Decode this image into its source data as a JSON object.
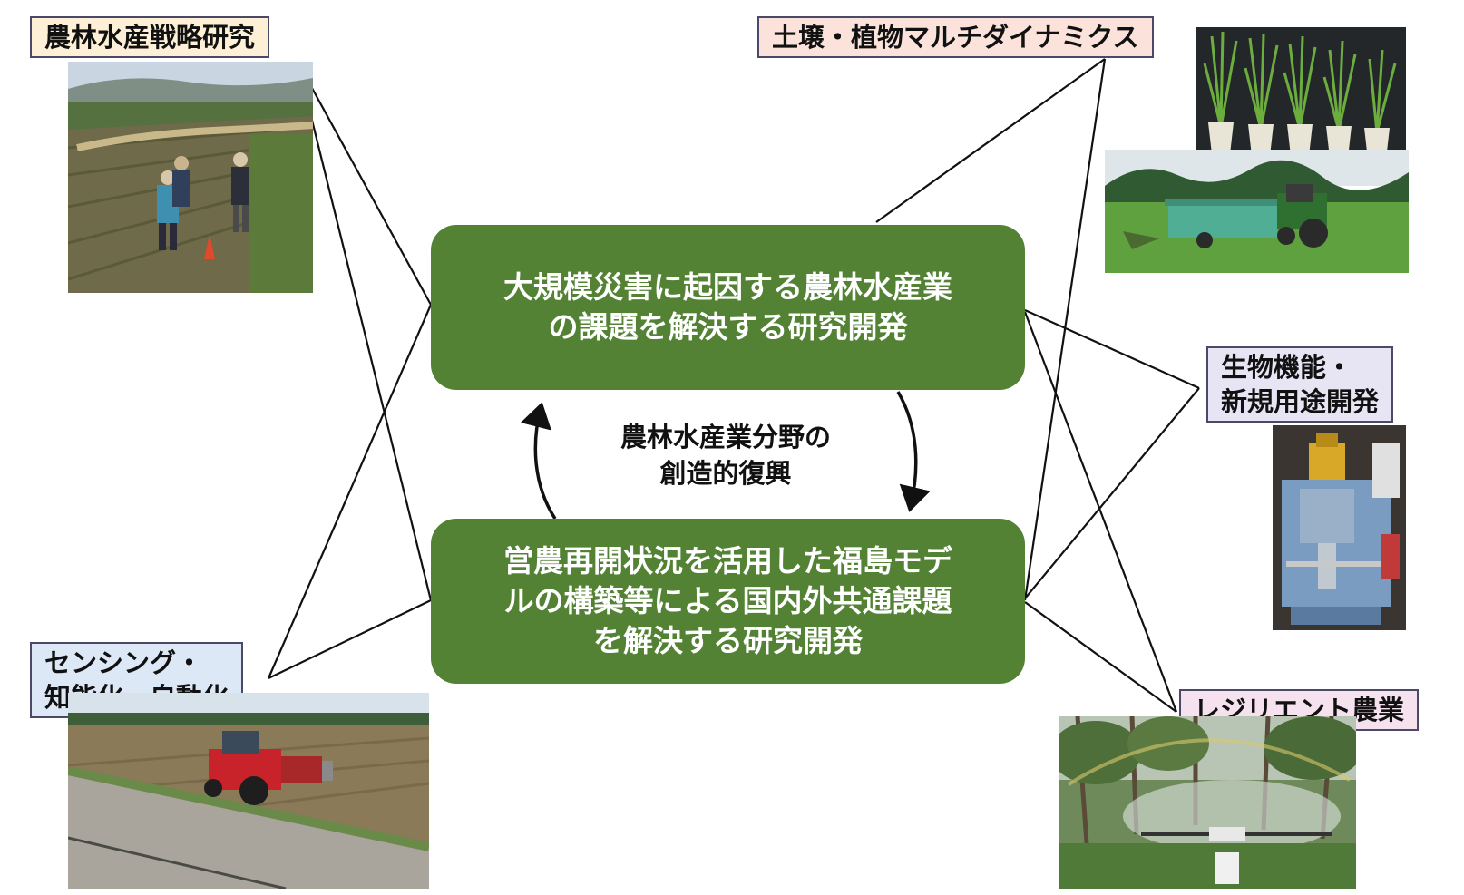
{
  "central": {
    "top_box": {
      "lines": [
        "大規模災害に起因する農林水産業",
        "の課題を解決する研究開発"
      ]
    },
    "bottom_box": {
      "lines": [
        "営農再開状況を活用した福島モデ",
        "ルの構築等による国内外共通課題",
        "を解決する研究開発"
      ]
    },
    "cycle_text": {
      "lines": [
        "農林水産業分野の",
        "創造的復興"
      ]
    }
  },
  "themes": {
    "strategy": {
      "lines": [
        "農林水産戦略研究"
      ]
    },
    "soil_plant": {
      "lines": [
        "土壌・植物マルチダイナミクス"
      ]
    },
    "bio_function": {
      "lines": [
        "生物機能・",
        "新規用途開発"
      ]
    },
    "sensing": {
      "lines": [
        "センシング・",
        "知能化・自動化"
      ]
    },
    "resilient": {
      "lines": [
        "レジリエント農業"
      ]
    }
  },
  "colors": {
    "central_box_fill": "#548235",
    "connector_line": "#111111",
    "label_border": "#4a4a68"
  },
  "icons": {
    "cycle_arrow_left": "curved-arrow-up",
    "cycle_arrow_right": "curved-arrow-down"
  }
}
